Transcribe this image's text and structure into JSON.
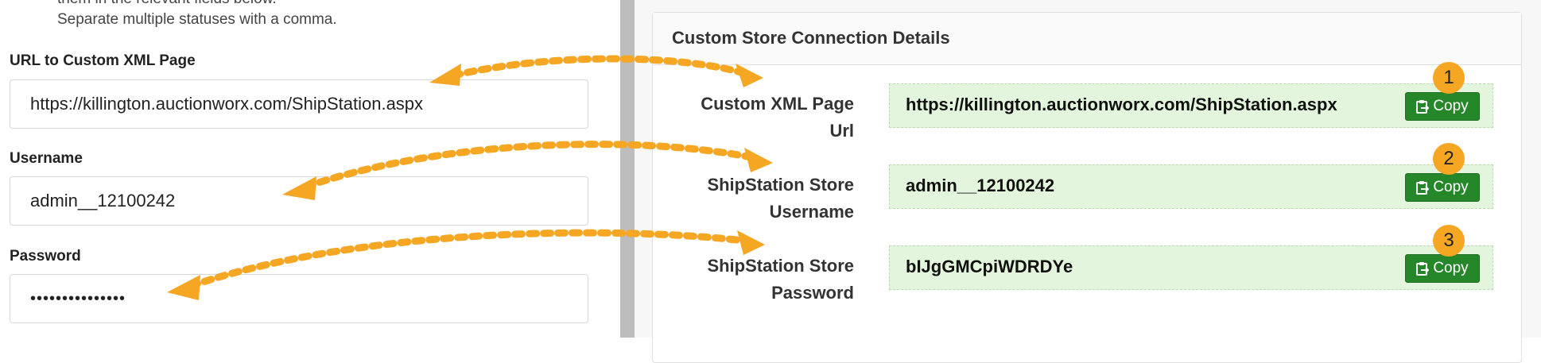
{
  "left_panel": {
    "help_lines": [
      "them in the relevant fields below.",
      "Separate multiple statuses with a comma."
    ],
    "fields": [
      {
        "label": "URL to Custom XML Page",
        "value": "https://killington.auctionworx.com/ShipStation.aspx"
      },
      {
        "label": "Username",
        "value": "admin__12100242"
      },
      {
        "label": "Password",
        "value": "•••••••••••••••"
      }
    ]
  },
  "connection_card": {
    "title": "Custom Store Connection Details",
    "rows": [
      {
        "label_line1": "Custom XML Page",
        "label_line2": "Url",
        "value": "https://killington.auctionworx.com/ShipStation.aspx",
        "button_label": "Copy",
        "step": "1"
      },
      {
        "label_line1": "ShipStation Store",
        "label_line2": "Username",
        "value": "admin__12100242",
        "button_label": "Copy",
        "step": "2"
      },
      {
        "label_line1": "ShipStation Store",
        "label_line2": "Password",
        "value": "bIJgGMCpiWDRDYe",
        "button_label": "Copy",
        "step": "3"
      }
    ]
  },
  "icons": {
    "copy_button": "clipboard-paste-icon"
  },
  "colors": {
    "copy_button_bg": "#26862a",
    "value_box_bg": "#e3f6dd",
    "annotation": "#f5a623",
    "divider": "#bdbdbd"
  }
}
